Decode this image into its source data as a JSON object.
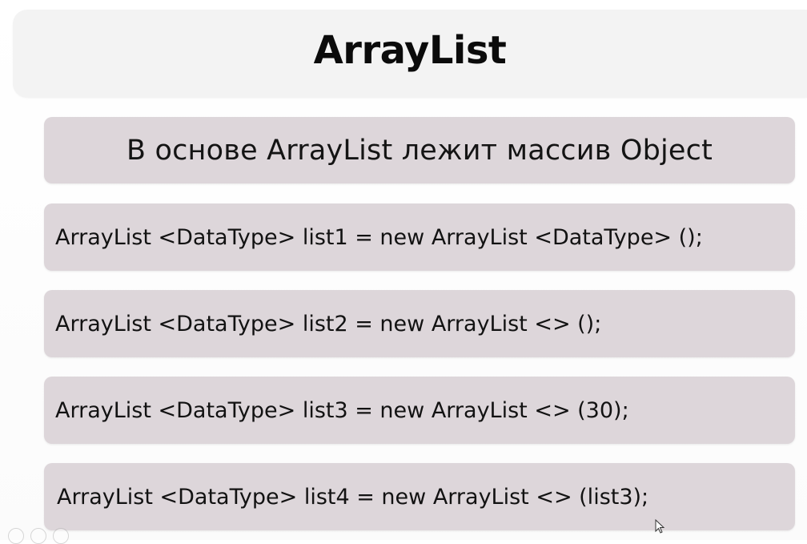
{
  "slide": {
    "title": "ArrayList",
    "subtitle": "В основе ArrayList лежит массив Object",
    "code_lines": [
      "ArrayList <DataType> list1 = new ArrayList <DataType> ();",
      "ArrayList <DataType> list2 = new ArrayList <> ();",
      "ArrayList <DataType> list3 = new ArrayList <> (30);",
      "ArrayList <DataType> list4 = new ArrayList <> (list3);"
    ]
  },
  "ui": {
    "icons": [
      "mouse-cursor-icon",
      "tool-icon",
      "zoom-icon",
      "more-icon"
    ]
  }
}
